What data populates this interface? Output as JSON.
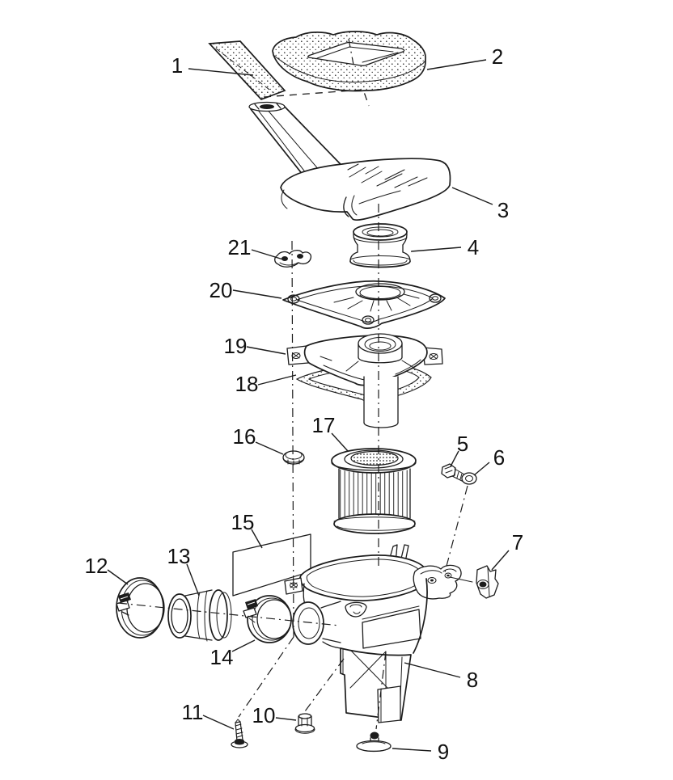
{
  "diagram": {
    "background_color": "#ffffff",
    "line_color": "#1c1c1c",
    "callout_count": "21",
    "callouts": [
      {
        "num": "1"
      },
      {
        "num": "2"
      },
      {
        "num": "3"
      },
      {
        "num": "4"
      },
      {
        "num": "5"
      },
      {
        "num": "6"
      },
      {
        "num": "7"
      },
      {
        "num": "8"
      },
      {
        "num": "9"
      },
      {
        "num": "10"
      },
      {
        "num": "11"
      },
      {
        "num": "12"
      },
      {
        "num": "13"
      },
      {
        "num": "14"
      },
      {
        "num": "15"
      },
      {
        "num": "16"
      },
      {
        "num": "17"
      },
      {
        "num": "18"
      },
      {
        "num": "19"
      },
      {
        "num": "20"
      },
      {
        "num": "21"
      }
    ]
  }
}
